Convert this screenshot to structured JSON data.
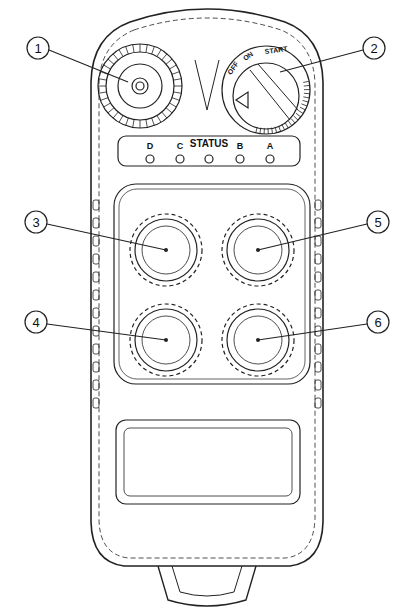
{
  "diagram": {
    "labels": [
      "1",
      "2",
      "3",
      "4",
      "5",
      "6",
      "D",
      "C",
      "STATUS",
      "B",
      "A",
      "OFF",
      "ON",
      "START"
    ]
  }
}
